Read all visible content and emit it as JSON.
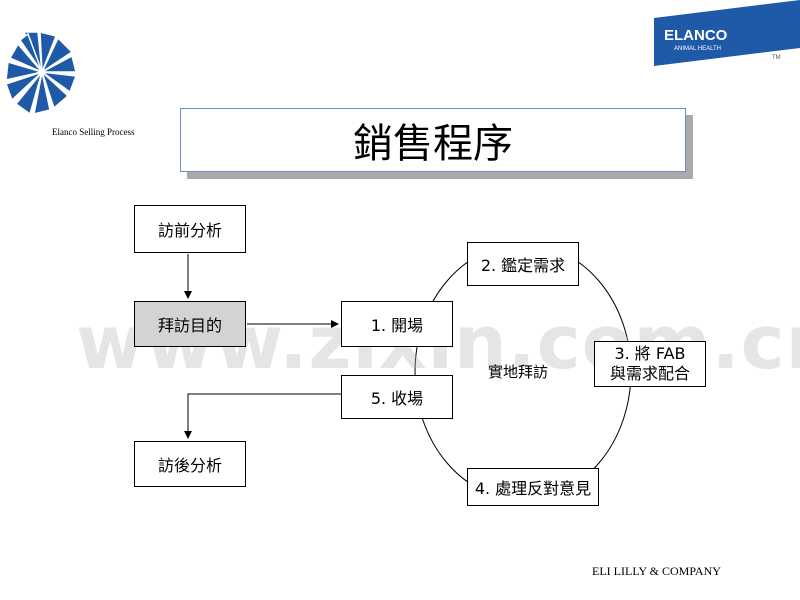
{
  "brand": {
    "process_label": "Elanco Selling Process",
    "logo_name": "ELANCO",
    "logo_sub": "ANIMAL HEALTH",
    "trademark": "TM"
  },
  "title": "銷售程序",
  "flow": {
    "pre_analysis": "訪前分析",
    "visit_purpose": "拜訪目的",
    "post_analysis": "訪後分析"
  },
  "cycle": {
    "step1": "1. 開場",
    "step2": "2. 鑑定需求",
    "step3_line1": "3. 將 FAB",
    "step3_line2": "與需求配合",
    "step4": "4. 處理反對意見",
    "step5": "5. 收場",
    "center": "實地拜訪"
  },
  "watermark": "www.zixin.com.cn",
  "footer": "ELI  LILLY  & COMPANY",
  "colors": {
    "logo_blue": "#1f5aa8",
    "title_border": "#6f8fc9",
    "shadow": "#a9a9a9",
    "gray_box": "#d3d3d3"
  }
}
